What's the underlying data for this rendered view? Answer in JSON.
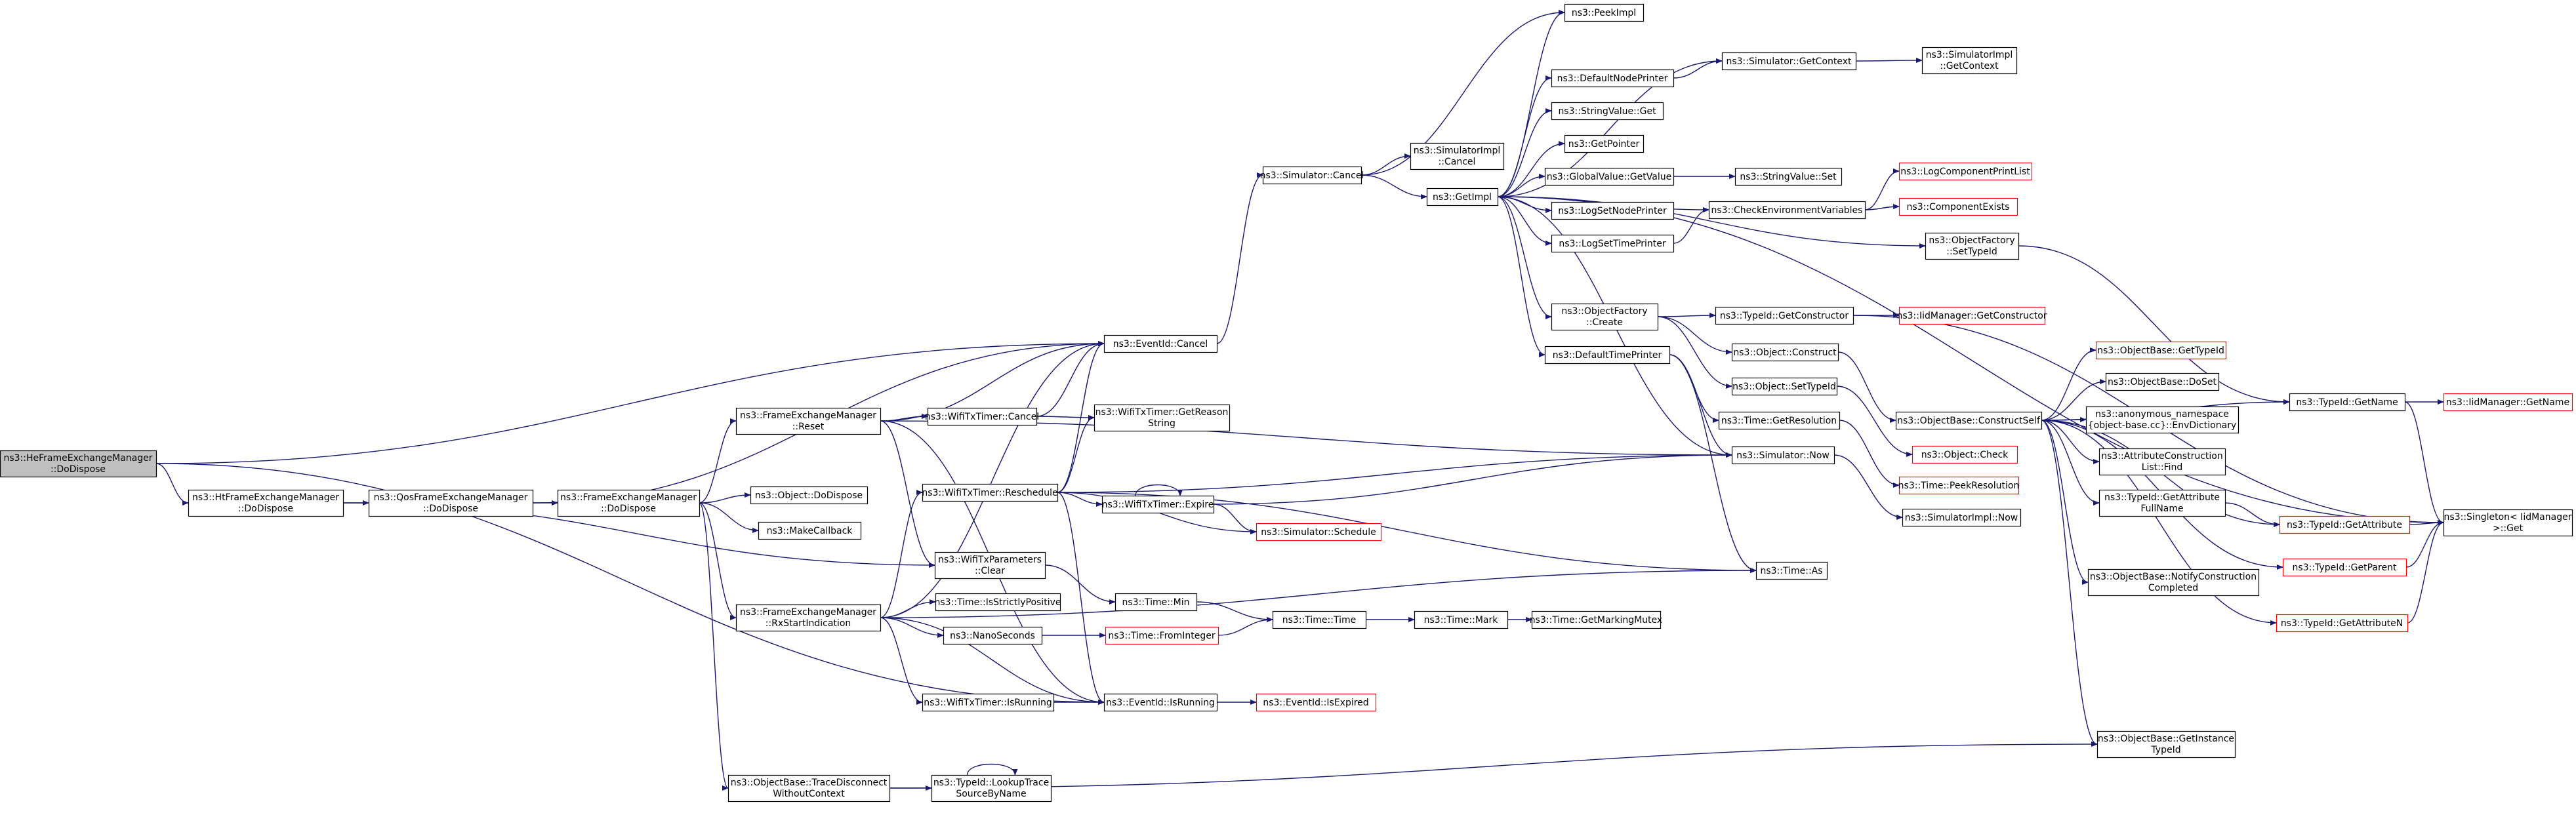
{
  "colors": {
    "edge": "#191970",
    "node_border": "#000000",
    "missing_border": "#ff0000",
    "root_fill": "#bfbfbf"
  },
  "nodes": [
    {
      "id": "root",
      "lines": [
        "ns3::HeFrameExchangeManager",
        "::DoDispose"
      ],
      "kind": "root"
    },
    {
      "id": "htdisp",
      "lines": [
        "ns3::HtFrameExchangeManager",
        "::DoDispose"
      ]
    },
    {
      "id": "qosdisp",
      "lines": [
        "ns3::QosFrameExchangeManager",
        "::DoDispose"
      ]
    },
    {
      "id": "fedisp",
      "lines": [
        "ns3::FrameExchangeManager",
        "::DoDispose"
      ]
    },
    {
      "id": "fereset",
      "lines": [
        "ns3::FrameExchangeManager",
        "::Reset"
      ]
    },
    {
      "id": "ferx",
      "lines": [
        "ns3::FrameExchangeManager",
        "::RxStartIndication"
      ]
    },
    {
      "id": "tracedisc",
      "lines": [
        "ns3::ObjectBase::TraceDisconnect",
        "WithoutContext"
      ]
    },
    {
      "id": "objdisp",
      "lines": [
        "ns3::Object::DoDispose"
      ]
    },
    {
      "id": "makecb",
      "lines": [
        "ns3::MakeCallback"
      ]
    },
    {
      "id": "txcancel",
      "lines": [
        "ns3::WifiTxTimer::Cancel"
      ]
    },
    {
      "id": "resched",
      "lines": [
        "ns3::WifiTxTimer::Reschedule"
      ]
    },
    {
      "id": "isstrict",
      "lines": [
        "ns3::Time::IsStrictlyPositive"
      ]
    },
    {
      "id": "nanosec",
      "lines": [
        "ns3::NanoSeconds"
      ]
    },
    {
      "id": "isrun",
      "lines": [
        "ns3::WifiTxTimer::IsRunning"
      ]
    },
    {
      "id": "lookup",
      "lines": [
        "ns3::TypeId::LookupTrace",
        "SourceByName"
      ]
    },
    {
      "id": "evcancel",
      "lines": [
        "ns3::EventId::Cancel"
      ]
    },
    {
      "id": "getreason",
      "lines": [
        "ns3::WifiTxTimer::GetReason",
        "String"
      ]
    },
    {
      "id": "expire",
      "lines": [
        "ns3::WifiTxTimer::Expire"
      ]
    },
    {
      "id": "schedule",
      "lines": [
        "ns3::Simulator::Schedule"
      ],
      "kind": "red"
    },
    {
      "id": "txclear",
      "lines": [
        "ns3::WifiTxParameters",
        "::Clear"
      ]
    },
    {
      "id": "timemin",
      "lines": [
        "ns3::Time::Min"
      ]
    },
    {
      "id": "fromint",
      "lines": [
        "ns3::Time::FromInteger"
      ],
      "kind": "red"
    },
    {
      "id": "evisrun",
      "lines": [
        "ns3::EventId::IsRunning"
      ]
    },
    {
      "id": "isexpired",
      "lines": [
        "ns3::EventId::IsExpired"
      ],
      "kind": "red"
    },
    {
      "id": "simcancel",
      "lines": [
        "ns3::Simulator::Cancel"
      ]
    },
    {
      "id": "implcancel",
      "lines": [
        "ns3::SimulatorImpl",
        "::Cancel"
      ]
    },
    {
      "id": "getimpl",
      "lines": [
        "ns3::GetImpl"
      ]
    },
    {
      "id": "peekimpl",
      "lines": [
        "ns3::PeekImpl"
      ]
    },
    {
      "id": "defnode",
      "lines": [
        "ns3::DefaultNodePrinter"
      ]
    },
    {
      "id": "strget",
      "lines": [
        "ns3::StringValue::Get"
      ]
    },
    {
      "id": "getptr",
      "lines": [
        "ns3::GetPointer"
      ]
    },
    {
      "id": "gvget",
      "lines": [
        "ns3::GlobalValue::GetValue"
      ]
    },
    {
      "id": "logsetnode",
      "lines": [
        "ns3::LogSetNodePrinter"
      ]
    },
    {
      "id": "logsettime",
      "lines": [
        "ns3::LogSetTimePrinter"
      ]
    },
    {
      "id": "ofcreate",
      "lines": [
        "ns3::ObjectFactory",
        "::Create"
      ]
    },
    {
      "id": "deftime",
      "lines": [
        "ns3::DefaultTimePrinter"
      ]
    },
    {
      "id": "simctx",
      "lines": [
        "ns3::Simulator::GetContext"
      ]
    },
    {
      "id": "implctx",
      "lines": [
        "ns3::SimulatorImpl",
        "::GetContext"
      ]
    },
    {
      "id": "strset",
      "lines": [
        "ns3::StringValue::Set"
      ]
    },
    {
      "id": "checkenv",
      "lines": [
        "ns3::CheckEnvironmentVariables"
      ]
    },
    {
      "id": "logcomp",
      "lines": [
        "ns3::LogComponentPrintList"
      ],
      "kind": "red"
    },
    {
      "id": "compexists",
      "lines": [
        "ns3::ComponentExists"
      ],
      "kind": "red"
    },
    {
      "id": "ofsettype",
      "lines": [
        "ns3::ObjectFactory",
        "::SetTypeId"
      ]
    },
    {
      "id": "getctor",
      "lines": [
        "ns3::TypeId::GetConstructor"
      ]
    },
    {
      "id": "iidctor",
      "lines": [
        "ns3::IidManager::GetConstructor"
      ],
      "kind": "red"
    },
    {
      "id": "objconstruct",
      "lines": [
        "ns3::Object::Construct"
      ]
    },
    {
      "id": "objsettype",
      "lines": [
        "ns3::Object::SetTypeId"
      ]
    },
    {
      "id": "getres",
      "lines": [
        "ns3::Time::GetResolution"
      ]
    },
    {
      "id": "simnow",
      "lines": [
        "ns3::Simulator::Now"
      ]
    },
    {
      "id": "peekres",
      "lines": [
        "ns3::Time::PeekResolution"
      ],
      "kind": "red"
    },
    {
      "id": "implnow",
      "lines": [
        "ns3::SimulatorImpl::Now"
      ]
    },
    {
      "id": "timeas",
      "lines": [
        "ns3::Time::As"
      ]
    },
    {
      "id": "timetime",
      "lines": [
        "ns3::Time::Time"
      ]
    },
    {
      "id": "timemark",
      "lines": [
        "ns3::Time::Mark"
      ]
    },
    {
      "id": "markmutex",
      "lines": [
        "ns3::Time::GetMarkingMutex"
      ]
    },
    {
      "id": "cself",
      "lines": [
        "ns3::ObjectBase::ConstructSelf"
      ]
    },
    {
      "id": "objcheck",
      "lines": [
        "ns3::Object::Check"
      ],
      "kind": "red"
    },
    {
      "id": "obgettype",
      "lines": [
        "ns3::ObjectBase::GetTypeId"
      ],
      "kind": "red"
    },
    {
      "id": "doset",
      "lines": [
        "ns3::ObjectBase::DoSet"
      ]
    },
    {
      "id": "envdict",
      "lines": [
        "ns3::anonymous_namespace",
        "{object-base.cc}::EnvDictionary"
      ]
    },
    {
      "id": "attrfind",
      "lines": [
        "ns3::AttributeConstruction",
        "List::Find"
      ]
    },
    {
      "id": "getattrfull",
      "lines": [
        "ns3::TypeId::GetAttribute",
        "FullName"
      ]
    },
    {
      "id": "notify",
      "lines": [
        "ns3::ObjectBase::NotifyConstruction",
        "Completed"
      ]
    },
    {
      "id": "getinst",
      "lines": [
        "ns3::ObjectBase::GetInstance",
        "TypeId"
      ]
    },
    {
      "id": "getname",
      "lines": [
        "ns3::TypeId::GetName"
      ]
    },
    {
      "id": "iidname",
      "lines": [
        "ns3::IidManager::GetName"
      ],
      "kind": "red"
    },
    {
      "id": "getattr",
      "lines": [
        "ns3::TypeId::GetAttribute"
      ],
      "kind": "red"
    },
    {
      "id": "getparent",
      "lines": [
        "ns3::TypeId::GetParent"
      ],
      "kind": "red"
    },
    {
      "id": "getattrn",
      "lines": [
        "ns3::TypeId::GetAttributeN"
      ],
      "kind": "red"
    },
    {
      "id": "singleton",
      "lines": [
        "ns3::Singleton< IidManager",
        ">::Get"
      ]
    }
  ]
}
